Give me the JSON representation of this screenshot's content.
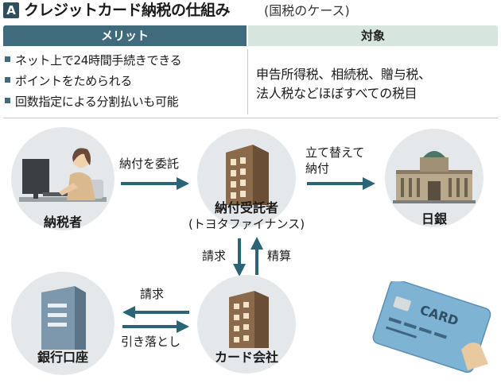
{
  "title": {
    "badge": "A",
    "main": "クレジットカード納税の仕組み",
    "sub": "(国税のケース)"
  },
  "table": {
    "header_left": "メリット",
    "header_right": "対象",
    "merits": [
      "ネット上で24時間手続きできる",
      "ポイントをためられる",
      "回数指定による分割払いも可能"
    ],
    "targets": [
      "申告所得税、相続税、贈与税、",
      "法人税などほぼすべての税目"
    ]
  },
  "flow": {
    "taxpayer": "納税者",
    "entrust_label": "納付を委託",
    "agent": "納付受託者",
    "agent_sub": "(トヨタファイナンス)",
    "advance_label_1": "立て替えて",
    "advance_label_2": "納付",
    "boj": "日銀",
    "claim_label": "請求",
    "settle_label": "精算",
    "card_company": "カード会社",
    "bank_claim_label": "請求",
    "debit_label": "引き落とし",
    "bank_account": "銀行口座"
  },
  "card": {
    "text": "CARD"
  },
  "colors": {
    "accent": "#3f6b7c",
    "arrow": "#2a6476",
    "header_right_bg": "#d6e6df",
    "circle": "#e5e8ea"
  }
}
